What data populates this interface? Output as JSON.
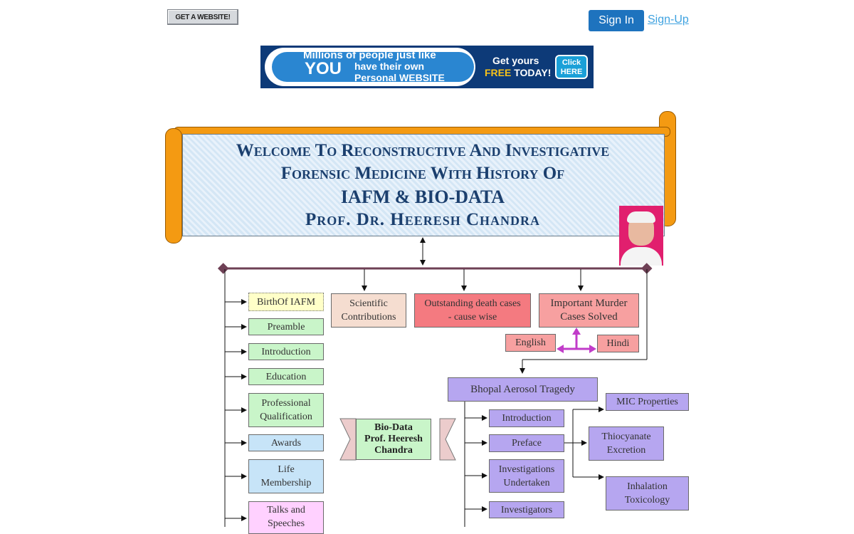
{
  "header": {
    "get_website": "GET A WEBSITE!",
    "sign_in": "Sign In",
    "sign_up": "Sign-Up"
  },
  "banner": {
    "line1": "Millions of people just like",
    "you": "YOU",
    "line2": "have their own",
    "line3": "Personal WEBSITE",
    "get": "Get yours",
    "free": "FREE",
    "today": "TODAY!",
    "click": "Click",
    "here": "HERE"
  },
  "title": {
    "line1": "Welcome To Reconstructive And Investigative",
    "line2": "Forensic Medicine With History Of",
    "line3": "IAFM & BIO-DATA",
    "line4": "Prof. Dr. Heeresh Chandra"
  },
  "left_items": [
    {
      "label": "BirthOf IAFM"
    },
    {
      "label": "Preamble"
    },
    {
      "label": "Introduction"
    },
    {
      "label": "Education"
    },
    {
      "label": "Professional Qualification"
    },
    {
      "label": "Awards"
    },
    {
      "label": "Life Membership"
    },
    {
      "label": "Talks and Speeches"
    }
  ],
  "top_items": {
    "scientific": "Scientific Contributions",
    "death_cases": "Outstanding death cases - cause wise",
    "murder_cases": "Important Murder Cases Solved",
    "english": "English",
    "hindi": "Hindi"
  },
  "biodata": {
    "l1": "Bio-Data",
    "l2": "Prof. Heeresh",
    "l3": "Chandra"
  },
  "bhopal": {
    "title": "Bhopal Aerosol Tragedy",
    "items": [
      {
        "label": "Introduction"
      },
      {
        "label": "Preface"
      },
      {
        "label": "Investigations Undertaken"
      },
      {
        "label": "Investigators"
      }
    ],
    "sub_items": [
      {
        "label": "MIC Properties"
      },
      {
        "label": "Thiocyanate Excretion"
      },
      {
        "label": "Inhalation Toxicology"
      }
    ]
  },
  "colors": {
    "scroll": "#f49a12",
    "title_text": "#1b3f6e",
    "green_box": "#c9f5c9",
    "purple_box": "#b6a6f0",
    "red_box": "#f47a80",
    "line": "#6e4055"
  }
}
